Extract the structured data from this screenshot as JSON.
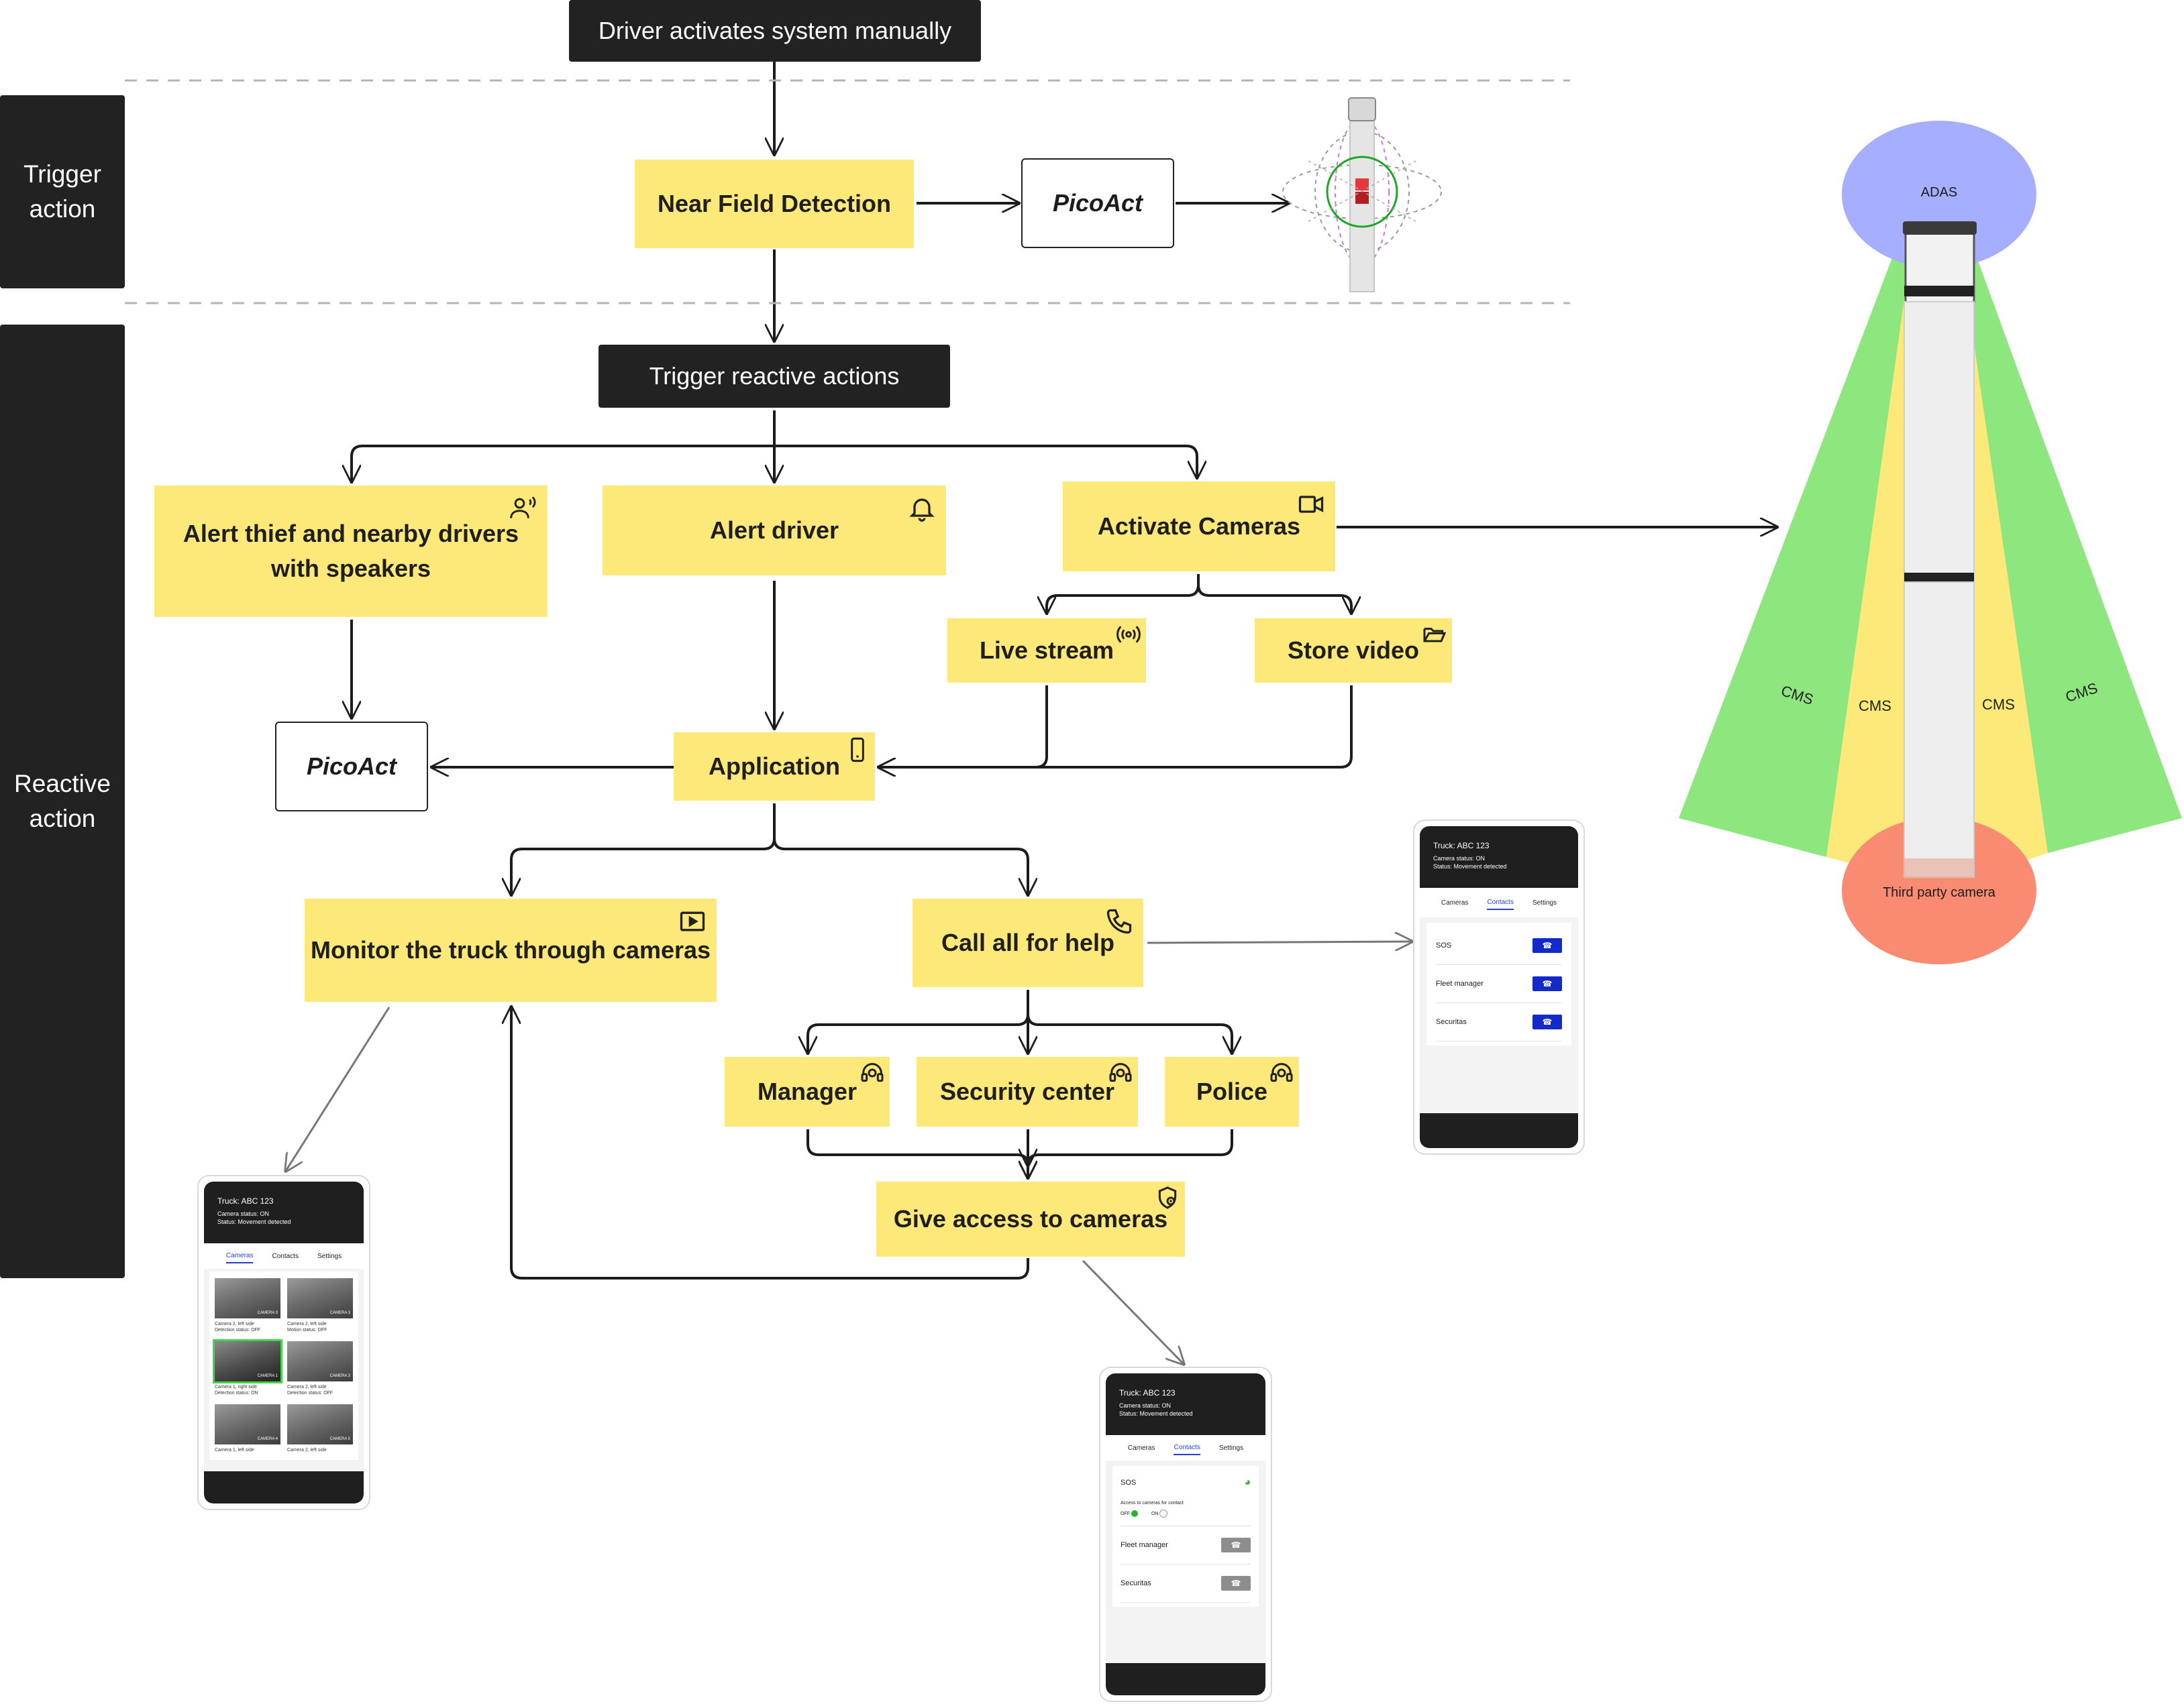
{
  "colors": {
    "note": "#fde97a",
    "dark": "#222222",
    "green": "#8ee67f",
    "yellow": "#fde97a",
    "adas": "#a6afff",
    "third": "#f98b72",
    "callBlue": "#1329c8"
  },
  "sections": {
    "trigger": "Trigger action",
    "reactive": "Reactive action"
  },
  "nodes": {
    "driver_activates": "Driver activates system manually",
    "near_field": "Near Field Detection",
    "picoact_top": "PicoAct",
    "trigger_reactive": "Trigger reactive actions",
    "alert_thief": "Alert thief and nearby drivers with speakers",
    "alert_driver": "Alert driver",
    "activate_cameras": "Activate Cameras",
    "live_stream": "Live stream",
    "store_video": "Store video",
    "picoact_mid": "PicoAct",
    "application": "Application",
    "monitor_truck": "Monitor the truck through cameras",
    "call_help": "Call all for help",
    "manager": "Manager",
    "security_center": "Security center",
    "police": "Police",
    "give_access": "Give access to cameras"
  },
  "truck_diagram": {
    "adas": "ADAS",
    "cms": [
      "CMS",
      "CMS",
      "CMS",
      "CMS"
    ],
    "third_party": "Third party camera"
  },
  "phone_common": {
    "truck": "Truck: ABC 123",
    "camera_status": "Camera status: ON",
    "status": "Status: Movement detected",
    "tabs": [
      "Cameras",
      "Contacts",
      "Settings"
    ]
  },
  "phone_contacts": {
    "rows": [
      "SOS",
      "Fleet manager",
      "Securitas"
    ]
  },
  "phone_access": {
    "sos": "SOS",
    "access_label": "Access to cameras for contact",
    "off": "OFF",
    "on": "ON",
    "rows": [
      "Fleet manager",
      "Securitas"
    ]
  },
  "phone_cameras": {
    "cams": [
      {
        "tag": "CAMERA 3",
        "l1": "Camera 2, left side",
        "l2": "Detection status: OFF"
      },
      {
        "tag": "CAMERA 3",
        "l1": "Camera 2, left side",
        "l2": "Motion status: OFF"
      },
      {
        "tag": "CAMERA 1",
        "l1": "Camera 1, right side",
        "l2": "Detection status: ON"
      },
      {
        "tag": "CAMERA 3",
        "l1": "Camera 2, left side",
        "l2": "Detection status: OFF"
      },
      {
        "tag": "CAMERA 4",
        "l1": "Camera 1, left side",
        "l2": ""
      },
      {
        "tag": "CAMERA 5",
        "l1": "Camera 2, left side",
        "l2": ""
      }
    ]
  }
}
